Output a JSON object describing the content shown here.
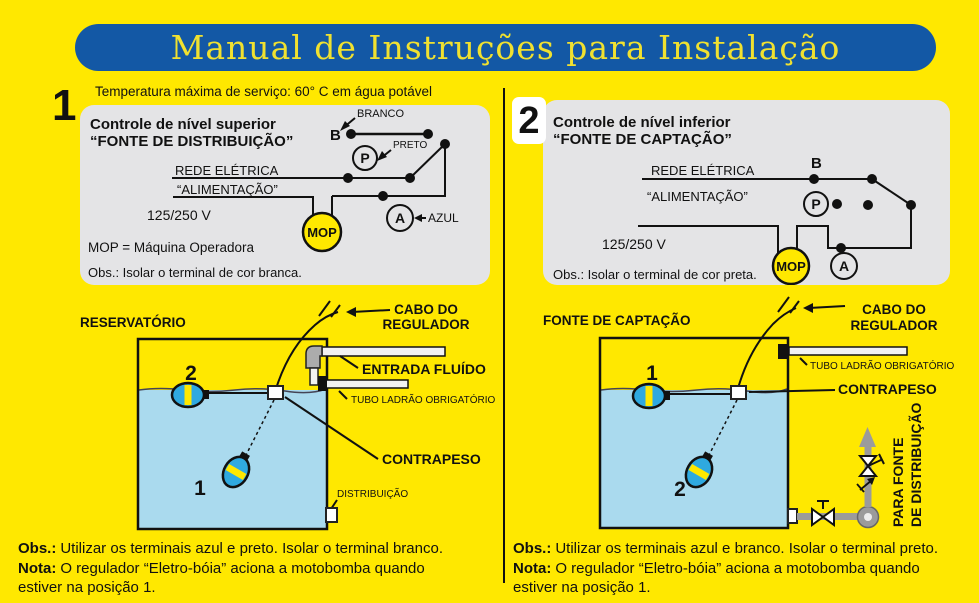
{
  "page": {
    "title": "Manual de Instruções para Instalação",
    "temp_note": "Temperatura máxima de serviço: 60° C em água potável"
  },
  "panel1": {
    "number": "1",
    "heading1": "Controle de nível superior",
    "heading2": "“FONTE DE DISTRIBUIÇÃO”",
    "rede": "REDE ELÉTRICA",
    "alimentacao": "“ALIMENTAÇÃO”",
    "voltage": "125/250 V",
    "legend": "MOP = Máquina Operadora",
    "obs": "Obs.: Isolar o terminal de cor branca.",
    "branco": "BRANCO",
    "preto": "PRETO",
    "azul": "AZUL",
    "b": "B",
    "p": "P",
    "a": "A",
    "mop": "MOP"
  },
  "panel2": {
    "number": "2",
    "heading1": "Controle de nível inferior",
    "heading2": "“FONTE DE CAPTAÇÃO”",
    "rede": "REDE ELÉTRICA",
    "alimentacao": "“ALIMENTAÇÃO”",
    "voltage": "125/250 V",
    "obs": "Obs.: Isolar o terminal de cor preta.",
    "b": "B",
    "p": "P",
    "a": "A",
    "mop": "MOP"
  },
  "tank1": {
    "title": "RESERVATÓRIO",
    "cabo1": "CABO DO",
    "cabo2": "REGULADOR",
    "entrada": "ENTRADA FLUÍDO",
    "tubo": "TUBO LADRÃO OBRIGATÓRIO",
    "contrapeso": "CONTRAPESO",
    "distribuicao": "DISTRIBUIÇÃO",
    "float_top": "2",
    "float_bottom": "1"
  },
  "tank2": {
    "title": "FONTE DE CAPTAÇÃO",
    "cabo1": "CABO DO",
    "cabo2": "REGULADOR",
    "tubo": "TUBO LADRÃO OBRIGATÓRIO",
    "contrapeso": "CONTRAPESO",
    "para1": "PARA FONTE",
    "para2": "DE DISTRIBUIÇÃO",
    "float_top": "1",
    "float_bottom": "2"
  },
  "notes": {
    "left": {
      "obs_label": "Obs.:",
      "obs_text": "Utilizar os terminais azul e preto. Isolar o terminal branco.",
      "nota_label": "Nota:",
      "nota_text": "O regulador “Eletro-bóia” aciona a motobomba quando",
      "nota_text2": "estiver na posição 1."
    },
    "right": {
      "obs_label": "Obs.:",
      "obs_text": "Utilizar os terminais azul e branco. Isolar o terminal preto.",
      "nota_label": "Nota:",
      "nota_text": "O regulador “Eletro-bóia” aciona a motobomba quando",
      "nota_text2": "estiver na posição 1."
    }
  },
  "colors": {
    "background_yellow": "#FFE800",
    "banner_blue": "#1358A5",
    "title_yellow": "#F0E130",
    "panel_gray": "#E4E4E6",
    "water_blue": "#AADAEE",
    "float_blue": "#2FA9E0",
    "pipe_gray": "#9B9B9B"
  }
}
